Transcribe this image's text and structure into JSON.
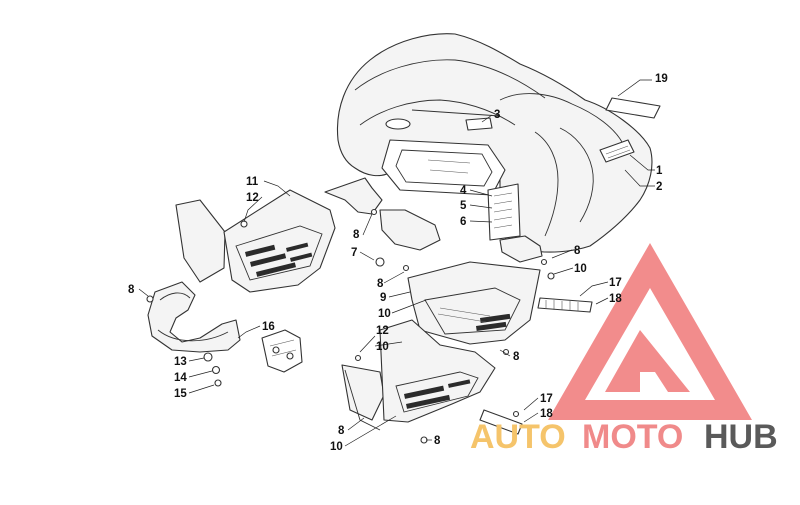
{
  "callouts": [
    {
      "id": "c1",
      "label": "1"
    },
    {
      "id": "c2",
      "label": "2"
    },
    {
      "id": "c3",
      "label": "3"
    },
    {
      "id": "c4",
      "label": "4"
    },
    {
      "id": "c5",
      "label": "5"
    },
    {
      "id": "c6",
      "label": "6"
    },
    {
      "id": "c7",
      "label": "7"
    },
    {
      "id": "c8a",
      "label": "8"
    },
    {
      "id": "c8b",
      "label": "8"
    },
    {
      "id": "c8c",
      "label": "8"
    },
    {
      "id": "c8d",
      "label": "8"
    },
    {
      "id": "c8e",
      "label": "8"
    },
    {
      "id": "c8f",
      "label": "8"
    },
    {
      "id": "c8g",
      "label": "8"
    },
    {
      "id": "c9",
      "label": "9"
    },
    {
      "id": "c10a",
      "label": "10"
    },
    {
      "id": "c10b",
      "label": "10"
    },
    {
      "id": "c10c",
      "label": "10"
    },
    {
      "id": "c10d",
      "label": "10"
    },
    {
      "id": "c11",
      "label": "11"
    },
    {
      "id": "c12a",
      "label": "12"
    },
    {
      "id": "c12b",
      "label": "12"
    },
    {
      "id": "c13",
      "label": "13"
    },
    {
      "id": "c14",
      "label": "14"
    },
    {
      "id": "c15",
      "label": "15"
    },
    {
      "id": "c16",
      "label": "16"
    },
    {
      "id": "c17a",
      "label": "17"
    },
    {
      "id": "c17b",
      "label": "17"
    },
    {
      "id": "c18a",
      "label": "18"
    },
    {
      "id": "c18b",
      "label": "18"
    },
    {
      "id": "c19",
      "label": "19"
    }
  ],
  "watermark": {
    "part1": "AUTO",
    "part2": "MOTO",
    "part3": "HUB",
    "colors": {
      "auto": "#f5c46b",
      "moto": "#f08a8a",
      "hub": "#5a5a5a",
      "triangle": "#f07878"
    }
  }
}
